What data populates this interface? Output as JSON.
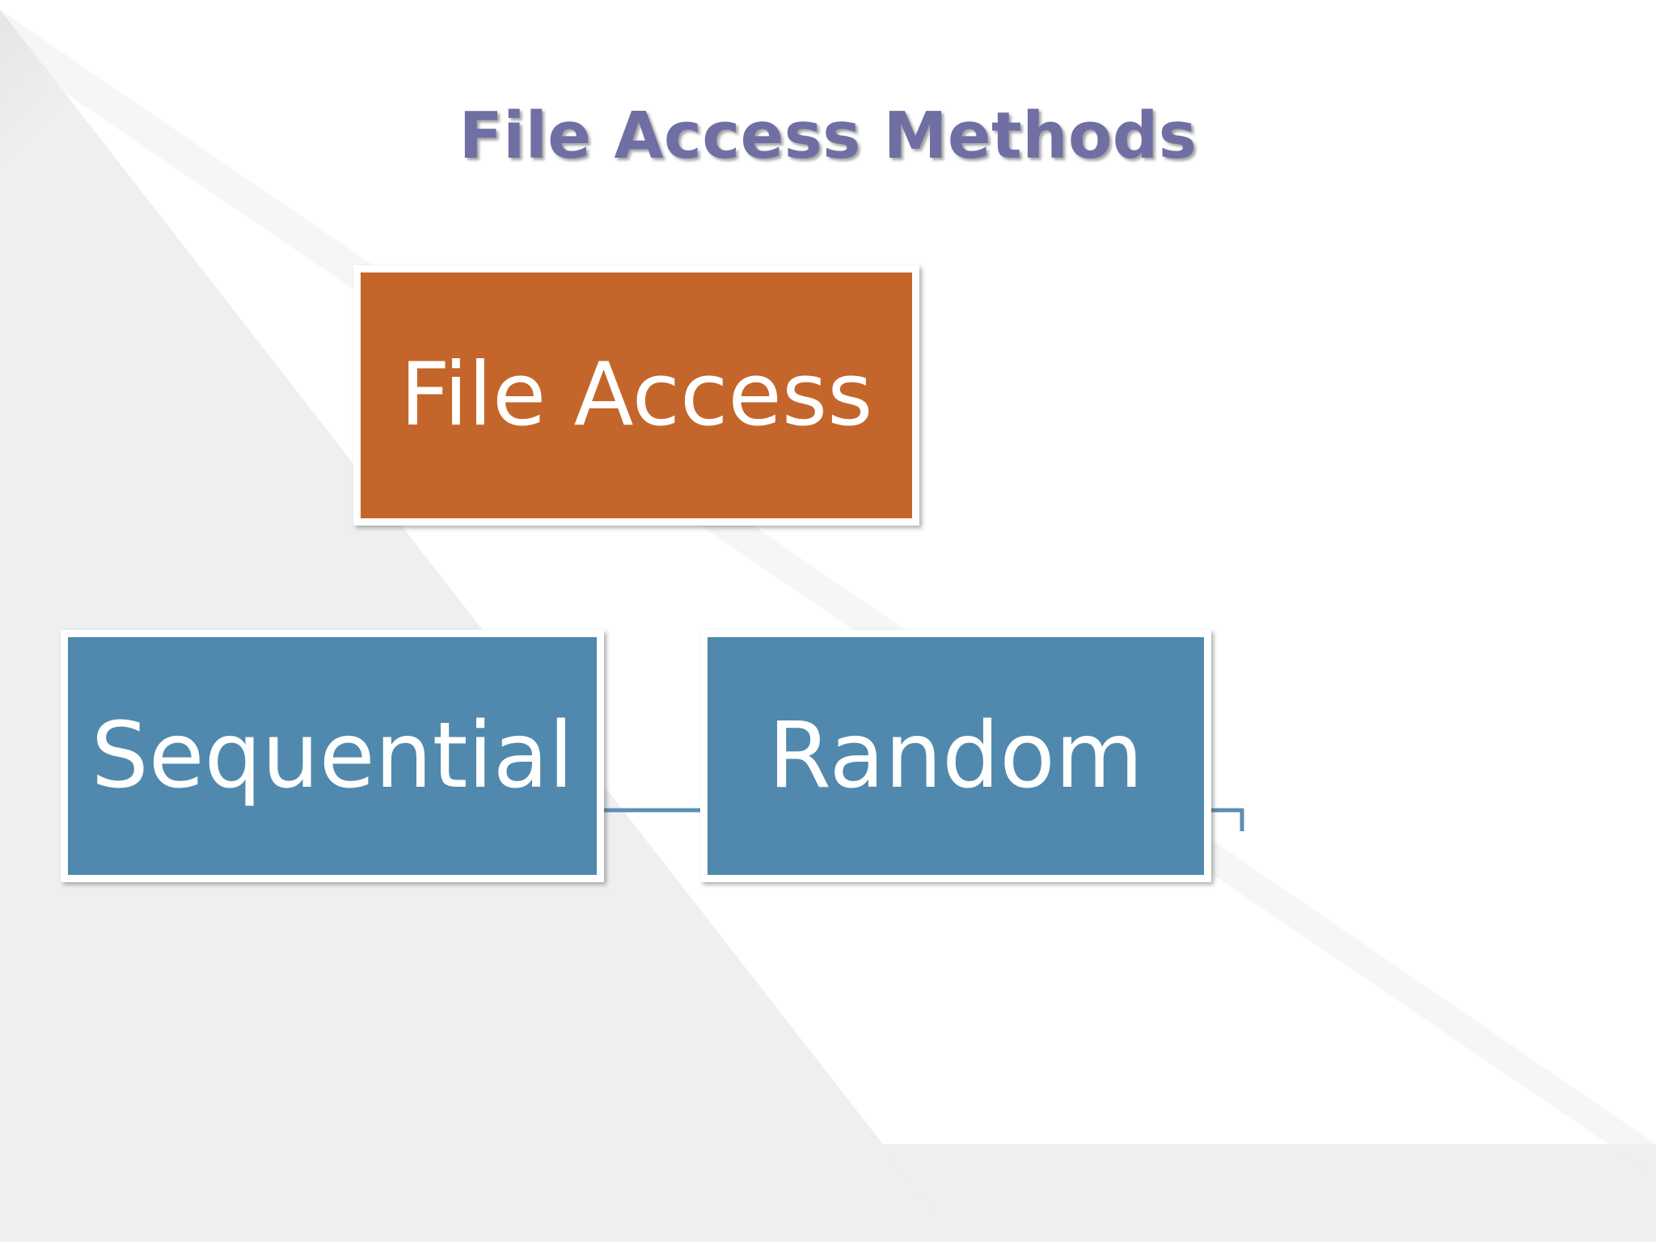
{
  "slide": {
    "title": "File Access Methods",
    "title_color": "#6f6fa4",
    "background_color": "#ffffff",
    "background_accent_color": "#efeff1"
  },
  "diagram": {
    "type": "hierarchy",
    "connector_color": "#5b8fb5",
    "root": {
      "label": "File Access",
      "fill_color": "#c4662b",
      "text_color": "#ffffff"
    },
    "children": [
      {
        "label": "Sequential",
        "fill_color": "#5089ad",
        "text_color": "#ffffff"
      },
      {
        "label": "Random",
        "fill_color": "#5089ad",
        "text_color": "#ffffff"
      }
    ]
  }
}
